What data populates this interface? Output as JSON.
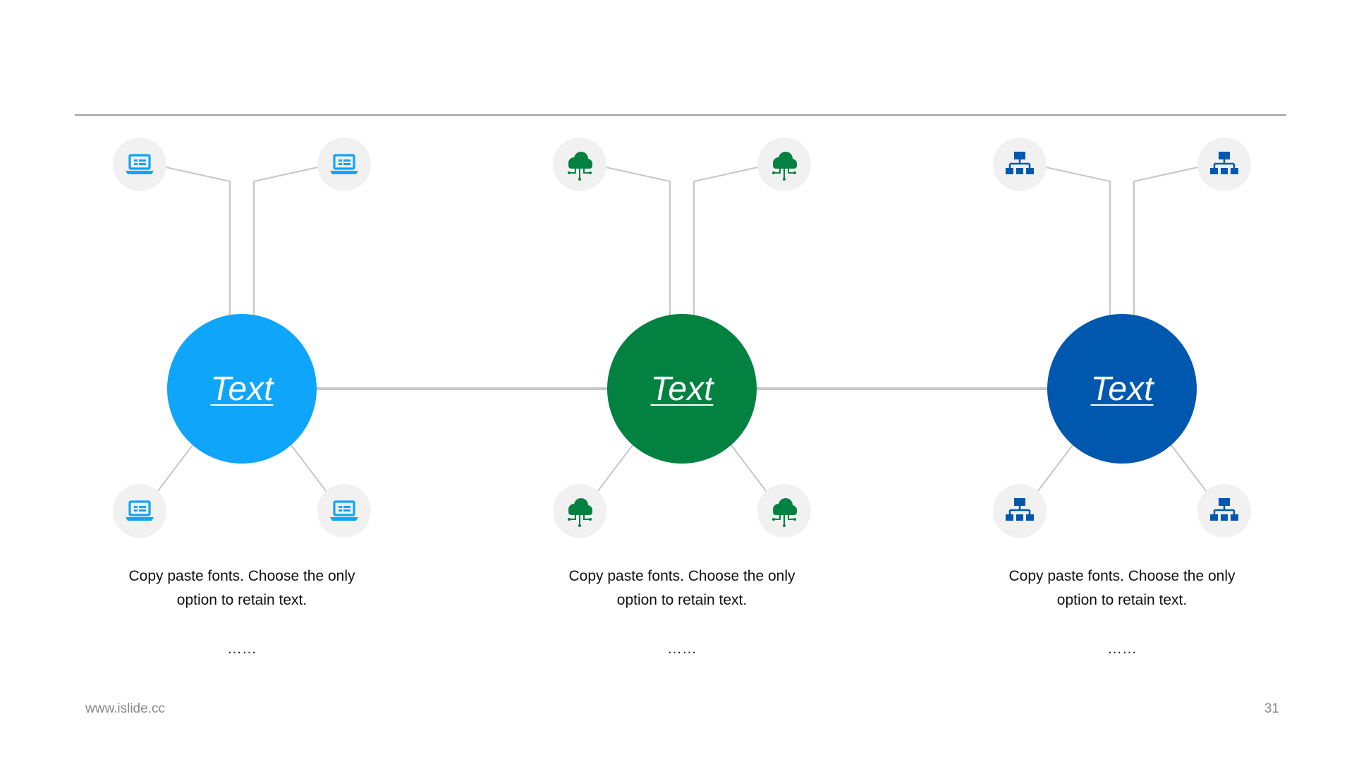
{
  "colors": {
    "blue": "#0ea5fa",
    "green": "#038140",
    "dark_blue": "#0058ae",
    "connector": "#c6c6c6",
    "icon_background": "#f1f1f1",
    "divider": "#7f7f7f"
  },
  "hubs": [
    {
      "label": "Text",
      "color": "#0ea5fa",
      "icon": "laptop-icon",
      "caption_line1": "Copy paste fonts. Choose the only",
      "caption_line2": "option to retain text.",
      "ellipsis": "……"
    },
    {
      "label": "Text",
      "color": "#038140",
      "icon": "cloud-network-icon",
      "caption_line1": "Copy paste fonts. Choose the only",
      "caption_line2": "option to retain text.",
      "ellipsis": "……"
    },
    {
      "label": "Text",
      "color": "#0058ae",
      "icon": "hierarchy-icon",
      "caption_line1": "Copy paste fonts. Choose the only",
      "caption_line2": "option to retain text.",
      "ellipsis": "……"
    }
  ],
  "footer": {
    "url": "www.islide.cc",
    "page_number": "31"
  }
}
